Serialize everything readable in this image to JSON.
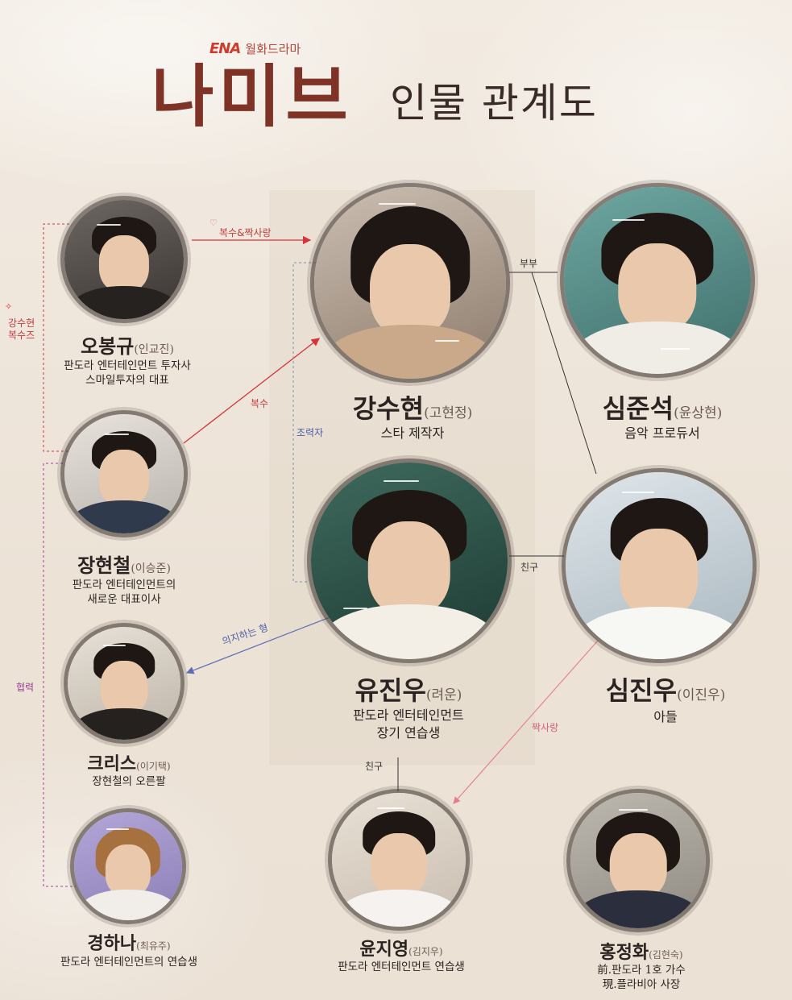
{
  "header": {
    "network": "ENA",
    "slot": "월화드라마",
    "title": "나미브",
    "subtitle": "인물 관계도"
  },
  "characters": {
    "oh": {
      "name": "오봉규",
      "actor": "(인교진)",
      "desc1": "판도라 엔터테인먼트 투자사",
      "desc2": "스마일투자의 대표"
    },
    "kang": {
      "name": "강수현",
      "actor": "(고현정)",
      "desc1": "스타 제작자"
    },
    "shimjs": {
      "name": "심준석",
      "actor": "(윤상현)",
      "desc1": "음악 프로듀서"
    },
    "jang": {
      "name": "장현철",
      "actor": "(이승준)",
      "desc1": "판도라 엔터테인먼트의",
      "desc2": "새로운 대표이사"
    },
    "yoo": {
      "name": "유진우",
      "actor": "(려운)",
      "desc1": "판도라 엔터테인먼트",
      "desc2": "장기 연습생"
    },
    "shimjw": {
      "name": "심진우",
      "actor": "(이진우)",
      "desc1": "아들"
    },
    "chris": {
      "name": "크리스",
      "actor": "(이기택)",
      "desc1": "장현철의 오른팔"
    },
    "kyung": {
      "name": "경하나",
      "actor": "(최유주)",
      "desc1": "판도라 엔터테인먼트의 연습생"
    },
    "yoon": {
      "name": "윤지영",
      "actor": "(김지우)",
      "desc1": "판도라 엔터테인먼트 연습생"
    },
    "hong": {
      "name": "홍정화",
      "actor": "(김현숙)",
      "desc1": "前.판도라 1호 가수",
      "desc2": "現.플라비아 사장"
    }
  },
  "relations": {
    "revenge_crush": "복수&짝사랑",
    "couple": "부부",
    "revenge": "복수",
    "helper": "조력자",
    "friend1": "친구",
    "rely_brother": "의지하는 형",
    "kang_rev1": "강수현",
    "kang_rev2": "복수즈",
    "cooperate": "협력",
    "crush": "짝사랑",
    "friend2": "친구"
  },
  "colors": {
    "revenge": "#d8333b",
    "helper": "#7b8fc0",
    "ally": "#b03aa0",
    "line": "#333333",
    "crush": "#e67d92",
    "title": "#7e3326"
  }
}
